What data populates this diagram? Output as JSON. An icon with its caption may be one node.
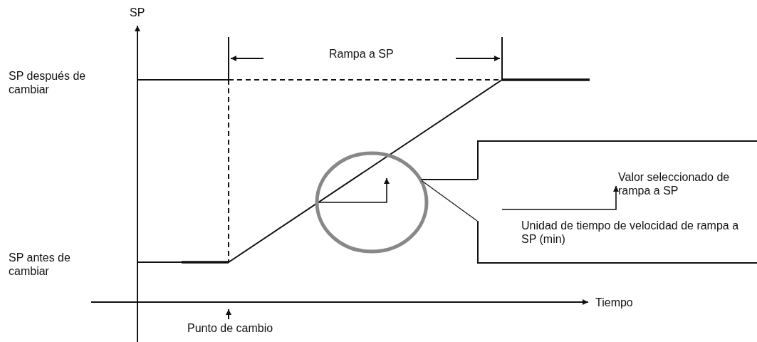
{
  "diagram": {
    "nodes": [
      {
        "text": [],
        "shape": "circle"
      },
      {
        "text": [
          "Valor seleccionado de rampa a SP",
          "Unidad de tiempo de velocidad de rampa a SP (min)"
        ]
      }
    ],
    "edges": [
      {
        "from": 0,
        "to": 1,
        "arrow": "none"
      },
      {
        "from": 0,
        "to": 1,
        "arrow": "none"
      }
    ],
    "labels": [
      "SP",
      "Rampa a SP",
      "SP después de cambiar",
      "SP antes de cambiar",
      "Tiempo",
      "Punto de cambio"
    ]
  }
}
